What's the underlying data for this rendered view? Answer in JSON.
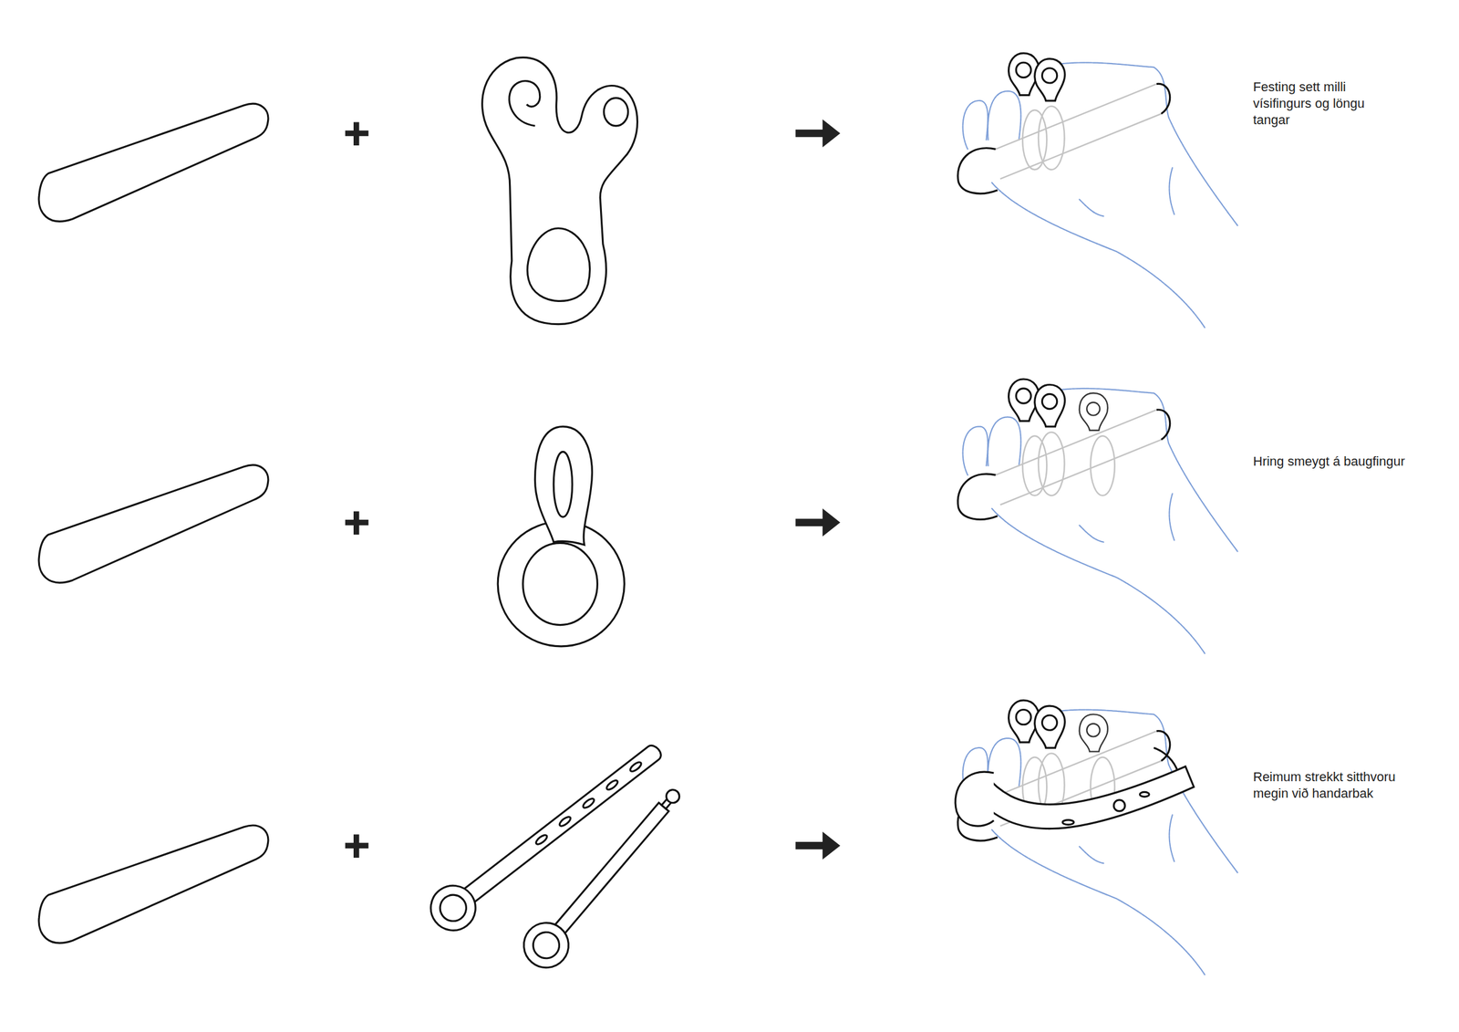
{
  "diagram": {
    "labels": [
      "Festing sett milli vísifingurs og löngu tangar",
      "Hring smeygt á baugfingur",
      "Reimum strekkt sitthvoru megin við handarbak"
    ]
  }
}
